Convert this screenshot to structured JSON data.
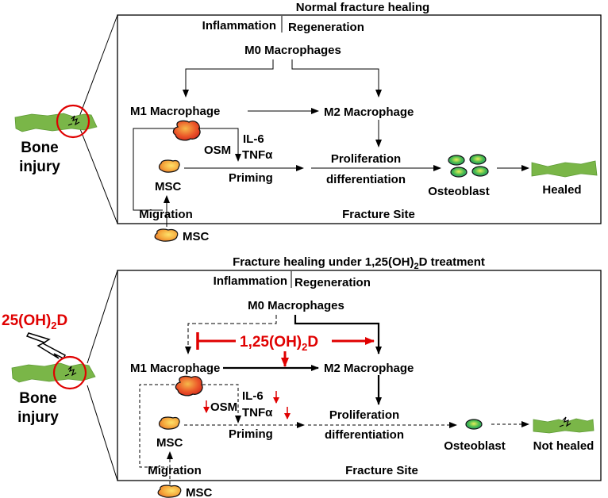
{
  "top_panel": {
    "title": "Normal fracture healing",
    "phase_left": "Inflammation",
    "phase_right": "Regeneration",
    "m0": "M0 Macrophages",
    "m1": "M1 Macrophage",
    "m2": "M2 Macrophage",
    "il6": "IL-6",
    "tnf": "TNFα",
    "osm": "OSM",
    "priming": "Priming",
    "msc": "MSC",
    "migration": "Migration",
    "msc_outside": "MSC",
    "prolif": "Proliferation",
    "diff": "differentiation",
    "osteoblast": "Osteoblast",
    "healed": "Healed",
    "site": "Fracture Site",
    "bone_1": "Bone",
    "bone_2": "injury"
  },
  "bottom_panel": {
    "title_main": "Fracture healing under 1,25(OH)",
    "title_sub": "2",
    "title_tail": "D treatment",
    "phase_left": "Inflammation",
    "phase_right": "Regeneration",
    "m0": "M0 Macrophages",
    "drug_main": "1,25(OH)",
    "drug_sub": "2",
    "drug_tail": "D",
    "m1": "M1 Macrophage",
    "m2": "M2 Macrophage",
    "il6": "IL-6",
    "tnf": "TNFα",
    "osm": "OSM",
    "priming": "Priming",
    "msc": "MSC",
    "migration": "Migration",
    "msc_outside": "MSC",
    "prolif": "Proliferation",
    "diff": "differentiation",
    "osteoblast": "Osteoblast",
    "not_healed": "Not healed",
    "site": "Fracture Site",
    "bone_1": "Bone",
    "bone_2": "injury",
    "side_drug_main": "25(OH)",
    "side_drug_sub": "2",
    "side_drug_tail": "D"
  },
  "colors": {
    "accent_red": "#e00000",
    "bone_green": "#7ab648",
    "cell_orange": "#f08a2c",
    "cell_red": "#e23a1c",
    "osteoblast_green": "#2fa84f"
  }
}
